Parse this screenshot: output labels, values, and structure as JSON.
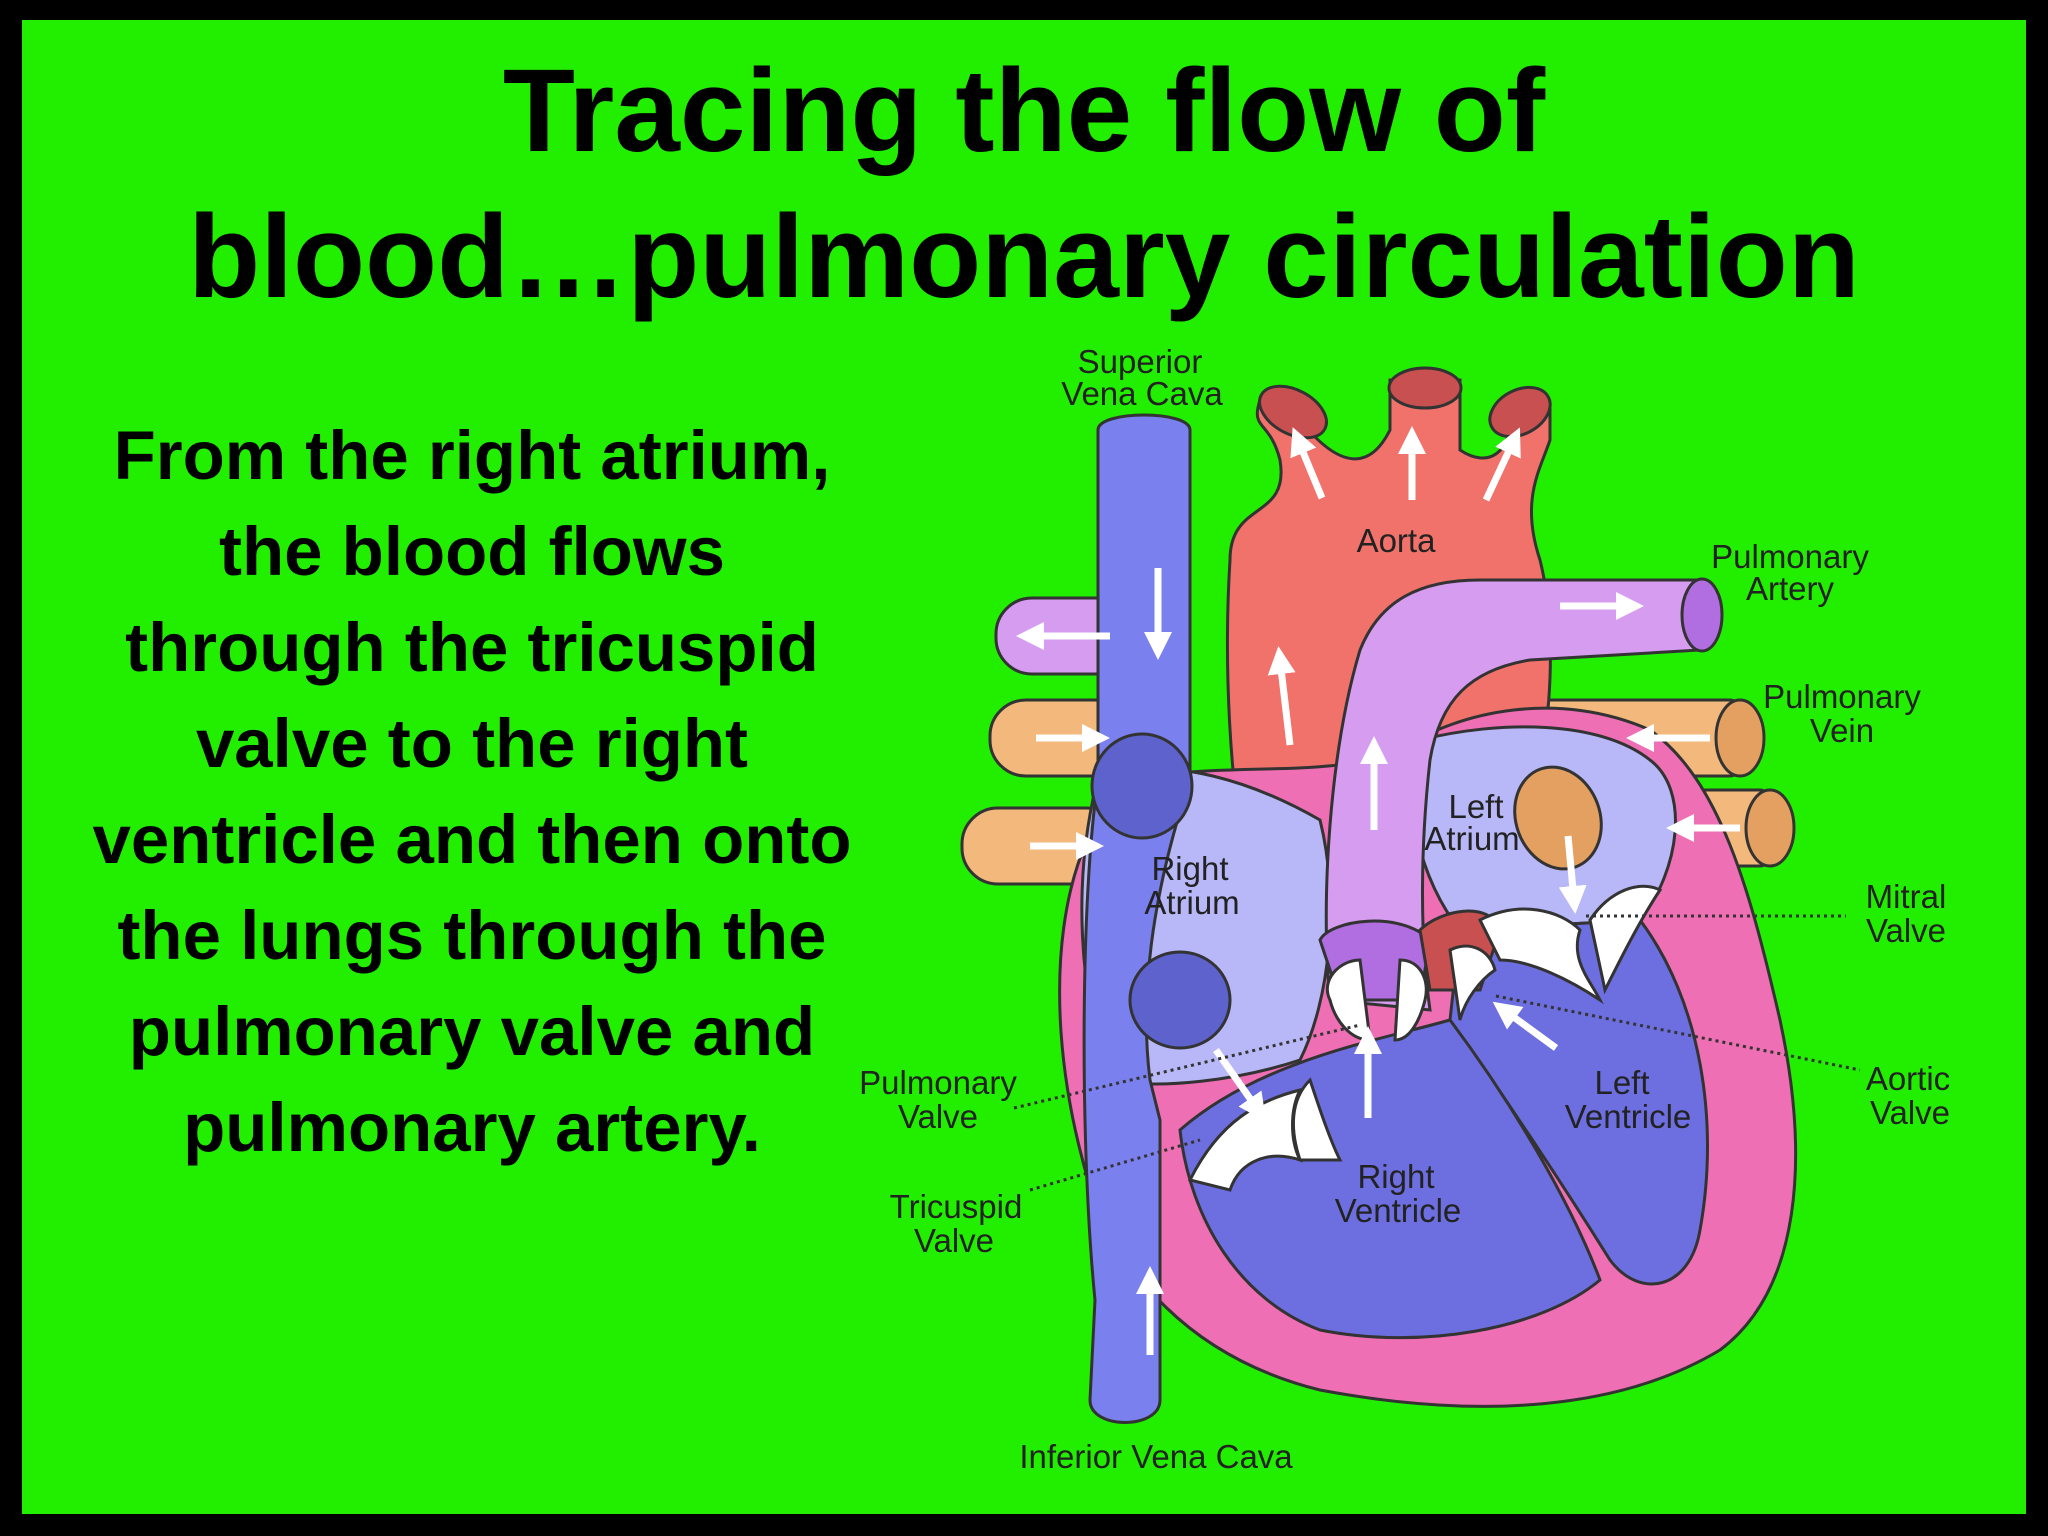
{
  "slide": {
    "title_line1": "Tracing the flow of",
    "title_line2": "blood…pulmonary circulation",
    "body": "From the right atrium, the blood flows through the tricuspid valve to the right ventricle and then onto the lungs through the pulmonary valve and pulmonary artery."
  },
  "diagram": {
    "labels": {
      "superior_vena_cava_1": "Superior",
      "superior_vena_cava_2": "Vena Cava",
      "aorta": "Aorta",
      "pulmonary_artery_1": "Pulmonary",
      "pulmonary_artery_2": "Artery",
      "pulmonary_vein_1": "Pulmonary",
      "pulmonary_vein_2": "Vein",
      "left_atrium_1": "Left",
      "left_atrium_2": "Atrium",
      "right_atrium_1": "Right",
      "right_atrium_2": "Atrium",
      "mitral_valve_1": "Mitral",
      "mitral_valve_2": "Valve",
      "aortic_valve_1": "Aortic",
      "aortic_valve_2": "Valve",
      "pulmonary_valve_1": "Pulmonary",
      "pulmonary_valve_2": "Valve",
      "left_ventricle_1": "Left",
      "left_ventricle_2": "Ventricle",
      "tricuspid_valve_1": "Tricuspid",
      "tricuspid_valve_2": "Valve",
      "right_ventricle_1": "Right",
      "right_ventricle_2": "Ventricle",
      "inferior_vena_cava": "Inferior Vena Cava"
    },
    "colors": {
      "background": "#22ee00",
      "vena_cava": "#7a80ee",
      "aorta": "#f0726a",
      "pulmonary_artery": "#d59cf0",
      "pulmonary_vein": "#f2b87c",
      "heart_wall": "#ef6fb4",
      "chamber_deoxygenated": "#b8b8f8",
      "ventricle": "#6d6fe0",
      "valve": "#ffffff"
    }
  }
}
